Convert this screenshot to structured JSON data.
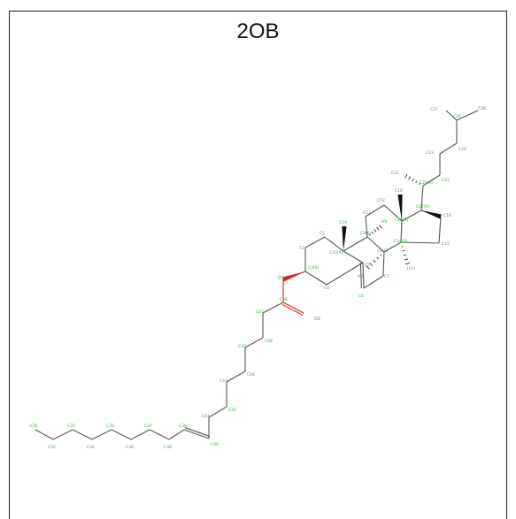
{
  "title": "2OB",
  "colors": {
    "bond": "#555555",
    "label": "#2eae2e",
    "oxygen": "#e02020",
    "frame": "#222222"
  },
  "atoms": [
    {
      "id": "C27",
      "label": "C27"
    },
    {
      "id": "C25",
      "label": "C25"
    },
    {
      "id": "C26",
      "label": "C26"
    },
    {
      "id": "C24",
      "label": "C24"
    },
    {
      "id": "C23",
      "label": "C23"
    },
    {
      "id": "C22",
      "label": "C22"
    },
    {
      "id": "C21",
      "label": "C21"
    },
    {
      "id": "C20",
      "label": "C20(R)"
    },
    {
      "id": "C18",
      "label": "C18"
    },
    {
      "id": "C12",
      "label": "C12"
    },
    {
      "id": "C17",
      "label": "C17(R)"
    },
    {
      "id": "C16",
      "label": "C16"
    },
    {
      "id": "C11",
      "label": "C11"
    },
    {
      "id": "H9",
      "label": "H9"
    },
    {
      "id": "C13",
      "label": "C13(R)"
    },
    {
      "id": "C19",
      "label": "C19"
    },
    {
      "id": "C9",
      "label": "C9(S)"
    },
    {
      "id": "C14",
      "label": "C14(S)"
    },
    {
      "id": "C15",
      "label": "C15"
    },
    {
      "id": "C1",
      "label": "C1"
    },
    {
      "id": "C2",
      "label": "C2"
    },
    {
      "id": "C10",
      "label": "C10(R)"
    },
    {
      "id": "C8",
      "label": "C8(S)"
    },
    {
      "id": "H14",
      "label": "H14"
    },
    {
      "id": "C3",
      "label": "C3(S)"
    },
    {
      "id": "C5",
      "label": "C5"
    },
    {
      "id": "H8",
      "label": "H8"
    },
    {
      "id": "C7",
      "label": "C7"
    },
    {
      "id": "O1",
      "label": "O1"
    },
    {
      "id": "C4",
      "label": "C4"
    },
    {
      "id": "C6",
      "label": "C6"
    },
    {
      "id": "C28",
      "label": "C28"
    },
    {
      "id": "O2",
      "label": "O2"
    },
    {
      "id": "C47",
      "label": "C47"
    },
    {
      "id": "C46",
      "label": "C46"
    },
    {
      "id": "C45",
      "label": "C45"
    },
    {
      "id": "C44",
      "label": "C44"
    },
    {
      "id": "C43",
      "label": "C43"
    },
    {
      "id": "C42",
      "label": "C42"
    },
    {
      "id": "C41",
      "label": "C41"
    },
    {
      "id": "C40",
      "label": "C40"
    },
    {
      "id": "C39",
      "label": "C39"
    },
    {
      "id": "C38",
      "label": "C38"
    },
    {
      "id": "C37",
      "label": "C37"
    },
    {
      "id": "C36",
      "label": "C36"
    },
    {
      "id": "C35",
      "label": "C35"
    },
    {
      "id": "C34",
      "label": "C34"
    },
    {
      "id": "C33",
      "label": "C33"
    },
    {
      "id": "C32",
      "label": "C32"
    },
    {
      "id": "C31",
      "label": "C31"
    }
  ]
}
